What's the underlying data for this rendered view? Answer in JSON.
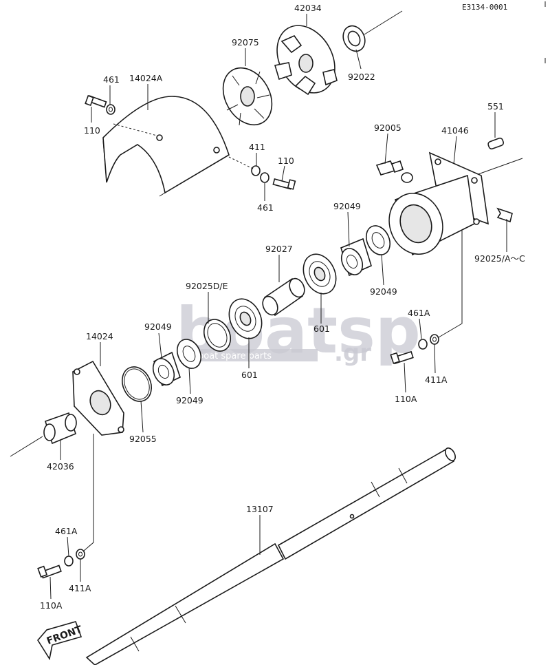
{
  "diagram_code": "E3134-0001",
  "watermark": {
    "brand": "boatsp",
    "tld": ".gr",
    "tagline": "boat spare parts",
    "color": "#c9c9d2"
  },
  "front_label": "FRONT",
  "callouts": {
    "c42034": "42034",
    "c92075": "92075",
    "c92022": "92022",
    "c461_top": "461",
    "c14024A": "14024A",
    "c110_top": "110",
    "c411": "411",
    "c110_mid": "110",
    "c461_mid": "461",
    "c551": "551",
    "c92005": "92005",
    "c41046": "41046",
    "c92049_a": "92049",
    "c92049_b": "92049",
    "c92025AC": "92025/A～C",
    "c92027": "92027",
    "c92025DE": "92025D/E",
    "c601_a": "601",
    "c601_b": "601",
    "c461A_right": "461A",
    "c110A_right": "110A",
    "c411A_right": "411A",
    "c14024": "14024",
    "c92049_c": "92049",
    "c92049_d": "92049",
    "c92055": "92055",
    "c42036": "42036",
    "c13107": "13107",
    "c461A_left": "461A",
    "c411A_left": "411A",
    "c110A_left": "110A"
  }
}
